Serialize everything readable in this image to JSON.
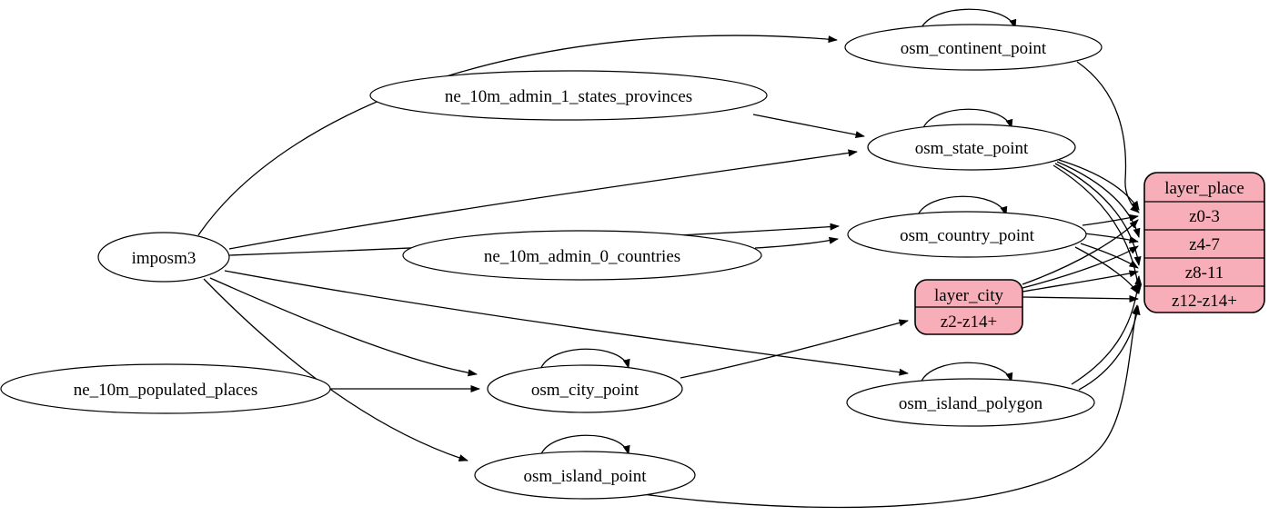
{
  "diagram": {
    "colors": {
      "table_fill": "#ffffff",
      "layer_fill": "#f8aeb9",
      "stroke": "#000000",
      "background": "#ffffff"
    },
    "nodes": {
      "imposm3": {
        "label": "imposm3"
      },
      "ne_10m_admin_1_states_provinces": {
        "label": "ne_10m_admin_1_states_provinces"
      },
      "ne_10m_admin_0_countries": {
        "label": "ne_10m_admin_0_countries"
      },
      "ne_10m_populated_places": {
        "label": "ne_10m_populated_places"
      },
      "osm_continent_point": {
        "label": "osm_continent_point"
      },
      "osm_state_point": {
        "label": "osm_state_point"
      },
      "osm_country_point": {
        "label": "osm_country_point"
      },
      "osm_city_point": {
        "label": "osm_city_point"
      },
      "osm_island_polygon": {
        "label": "osm_island_polygon"
      },
      "osm_island_point": {
        "label": "osm_island_point"
      },
      "layer_city": {
        "title": "layer_city",
        "rows": [
          "z2-z14+"
        ]
      },
      "layer_place": {
        "title": "layer_place",
        "rows": [
          "z0-3",
          "z4-7",
          "z8-11",
          "z12-z14+"
        ]
      }
    },
    "edges": [
      {
        "from": "imposm3",
        "to": "osm_continent_point"
      },
      {
        "from": "imposm3",
        "to": "osm_state_point"
      },
      {
        "from": "imposm3",
        "to": "osm_country_point"
      },
      {
        "from": "imposm3",
        "to": "osm_city_point"
      },
      {
        "from": "imposm3",
        "to": "osm_island_polygon"
      },
      {
        "from": "imposm3",
        "to": "osm_island_point"
      },
      {
        "from": "ne_10m_admin_1_states_provinces",
        "to": "osm_state_point"
      },
      {
        "from": "ne_10m_admin_0_countries",
        "to": "osm_country_point"
      },
      {
        "from": "ne_10m_populated_places",
        "to": "osm_city_point"
      },
      {
        "from": "osm_continent_point",
        "to": "osm_continent_point"
      },
      {
        "from": "osm_state_point",
        "to": "osm_state_point"
      },
      {
        "from": "osm_country_point",
        "to": "osm_country_point"
      },
      {
        "from": "osm_city_point",
        "to": "osm_city_point"
      },
      {
        "from": "osm_island_polygon",
        "to": "osm_island_polygon"
      },
      {
        "from": "osm_island_point",
        "to": "osm_island_point"
      },
      {
        "from": "osm_continent_point",
        "to": "layer_place:z0-3"
      },
      {
        "from": "osm_state_point",
        "to": "layer_place:z0-3"
      },
      {
        "from": "osm_state_point",
        "to": "layer_place:z4-7"
      },
      {
        "from": "osm_state_point",
        "to": "layer_place:z8-11"
      },
      {
        "from": "osm_state_point",
        "to": "layer_place:z12-z14+"
      },
      {
        "from": "osm_country_point",
        "to": "layer_place:z0-3"
      },
      {
        "from": "osm_country_point",
        "to": "layer_place:z4-7"
      },
      {
        "from": "osm_country_point",
        "to": "layer_place:z8-11"
      },
      {
        "from": "osm_country_point",
        "to": "layer_place:z12-z14+"
      },
      {
        "from": "osm_city_point",
        "to": "layer_city:z2-z14+"
      },
      {
        "from": "layer_city",
        "to": "layer_place:z0-3"
      },
      {
        "from": "layer_city",
        "to": "layer_place:z4-7"
      },
      {
        "from": "layer_city",
        "to": "layer_place:z8-11"
      },
      {
        "from": "layer_city",
        "to": "layer_place:z12-z14+"
      },
      {
        "from": "osm_island_polygon",
        "to": "layer_place:z8-11"
      },
      {
        "from": "osm_island_polygon",
        "to": "layer_place:z12-z14+"
      },
      {
        "from": "osm_island_point",
        "to": "layer_place:z12-z14+"
      }
    ]
  }
}
